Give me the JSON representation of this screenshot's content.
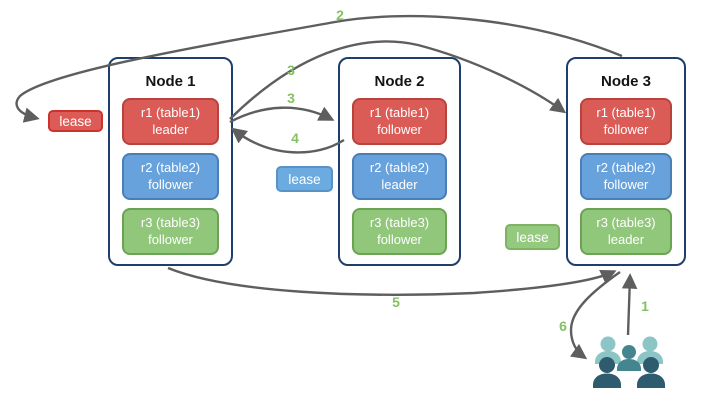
{
  "nodes": [
    {
      "title": "Node 1",
      "replicas": [
        {
          "name": "r1 (table1)",
          "role": "leader",
          "color": "red"
        },
        {
          "name": "r2 (table2)",
          "role": "follower",
          "color": "blue"
        },
        {
          "name": "r3 (table3)",
          "role": "follower",
          "color": "green"
        }
      ]
    },
    {
      "title": "Node 2",
      "replicas": [
        {
          "name": "r1 (table1)",
          "role": "follower",
          "color": "red"
        },
        {
          "name": "r2 (table2)",
          "role": "leader",
          "color": "blue"
        },
        {
          "name": "r3 (table3)",
          "role": "follower",
          "color": "green"
        }
      ]
    },
    {
      "title": "Node 3",
      "replicas": [
        {
          "name": "r1 (table1)",
          "role": "follower",
          "color": "red"
        },
        {
          "name": "r2 (table2)",
          "role": "follower",
          "color": "blue"
        },
        {
          "name": "r3 (table3)",
          "role": "leader",
          "color": "green"
        }
      ]
    }
  ],
  "leases": [
    {
      "label": "lease",
      "color": "red"
    },
    {
      "label": "lease",
      "color": "blue"
    },
    {
      "label": "lease",
      "color": "green"
    }
  ],
  "steps": {
    "s1": "1",
    "s2": "2",
    "s3a": "3",
    "s3b": "3",
    "s4": "4",
    "s5": "5",
    "s6": "6"
  },
  "icons": {
    "users_group": "users-group-icon"
  },
  "colors": {
    "node_border": "#1e3f6c",
    "red_fill": "#db5b56",
    "red_border": "#b8433d",
    "blue_fill": "#67a2dc",
    "blue_border": "#4a7fb5",
    "green_fill": "#90c77a",
    "green_border": "#6ba355",
    "arrow": "#5e5e5e",
    "step_label": "#85c065",
    "users_light": "#8cc5c6",
    "users_mid": "#45858f",
    "users_dark": "#2e5c6e"
  }
}
